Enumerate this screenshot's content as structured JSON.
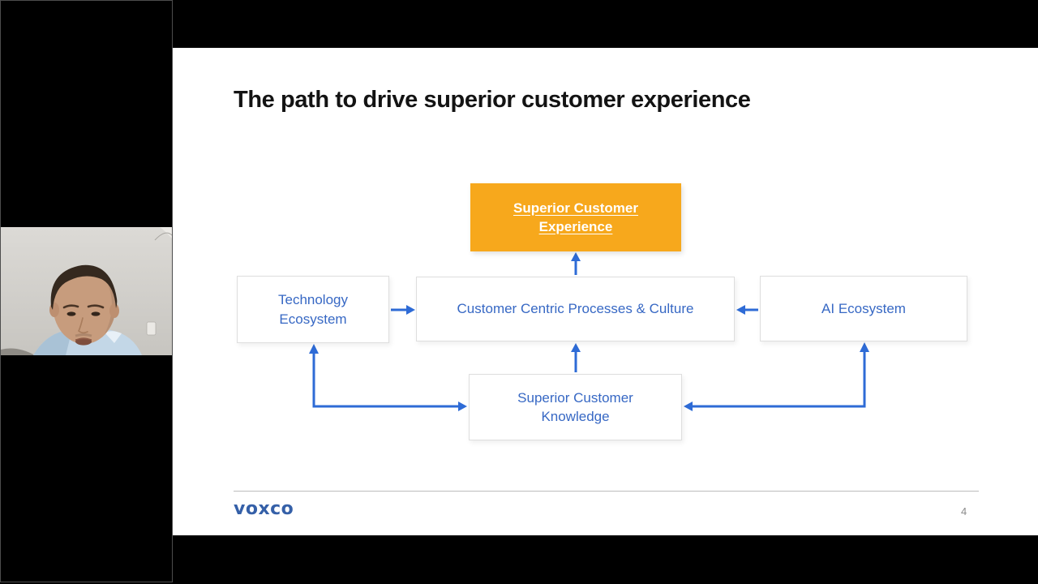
{
  "slide": {
    "title": "The path to drive superior customer experience",
    "footer": {
      "logo_text": "voxco",
      "page_number": "4"
    },
    "diagram": {
      "nodes": [
        {
          "label": "Superior Customer Experience",
          "emphasis": "highlighted"
        },
        {
          "label": "Technology Ecosystem"
        },
        {
          "label": "Customer Centric Processes & Culture"
        },
        {
          "label": "AI Ecosystem"
        },
        {
          "label": "Superior Customer Knowledge"
        }
      ],
      "edges": [
        {
          "from": "Technology Ecosystem",
          "to": "Customer Centric Processes & Culture",
          "type": "arrow"
        },
        {
          "from": "AI Ecosystem",
          "to": "Customer Centric Processes & Culture",
          "type": "arrow"
        },
        {
          "from": "Customer Centric Processes & Culture",
          "to": "Superior Customer Experience",
          "type": "arrow"
        },
        {
          "from": "Superior Customer Knowledge",
          "to": "Customer Centric Processes & Culture",
          "type": "arrow"
        },
        {
          "from": "Superior Customer Knowledge",
          "to": "Technology Ecosystem",
          "type": "double-arrow"
        },
        {
          "from": "Superior Customer Knowledge",
          "to": "AI Ecosystem",
          "type": "double-arrow"
        }
      ]
    }
  },
  "colors": {
    "highlight_box": "#F7A81C",
    "highlight_text": "#FFFFFF",
    "node_text": "#3768C4",
    "arrow": "#2E6BD6",
    "logo": "#3560A8",
    "page_number": "#8A8A8A",
    "background": "#000000",
    "slide_background": "#FFFFFF"
  }
}
